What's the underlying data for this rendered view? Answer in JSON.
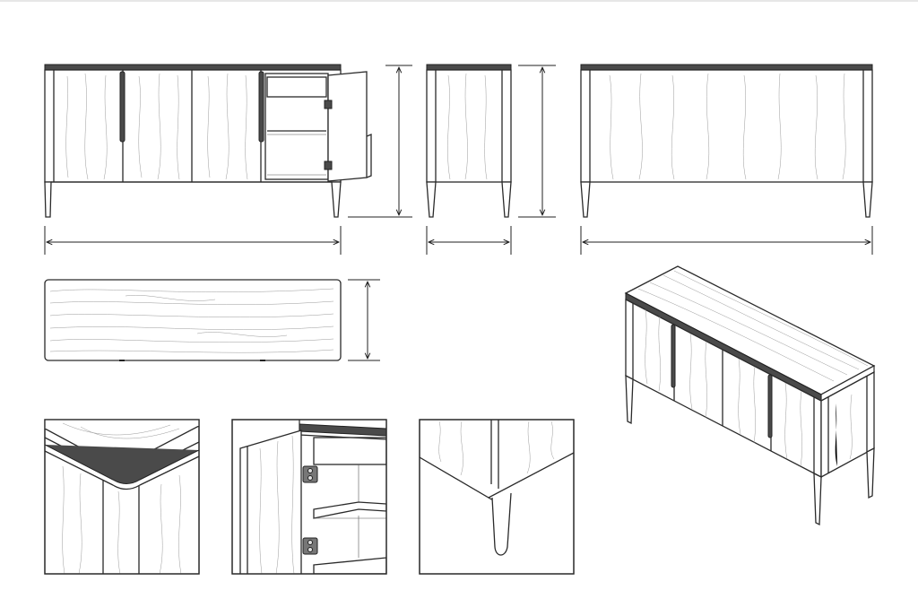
{
  "drawing": {
    "views": [
      {
        "id": "front-open",
        "kind": "front elevation, right door open"
      },
      {
        "id": "side",
        "kind": "side elevation"
      },
      {
        "id": "back",
        "kind": "rear elevation"
      },
      {
        "id": "top",
        "kind": "plan view"
      },
      {
        "id": "iso",
        "kind": "isometric view"
      },
      {
        "id": "detail-edge",
        "kind": "detail: top edge banding"
      },
      {
        "id": "detail-hinge",
        "kind": "detail: open door, hinges and shelves"
      },
      {
        "id": "detail-leg",
        "kind": "detail: tapered leg"
      }
    ],
    "colors": {
      "line": "#2a2a2a",
      "grain": "#9a9a9a",
      "band": "#4a4a4a",
      "background": "#ffffff"
    }
  }
}
